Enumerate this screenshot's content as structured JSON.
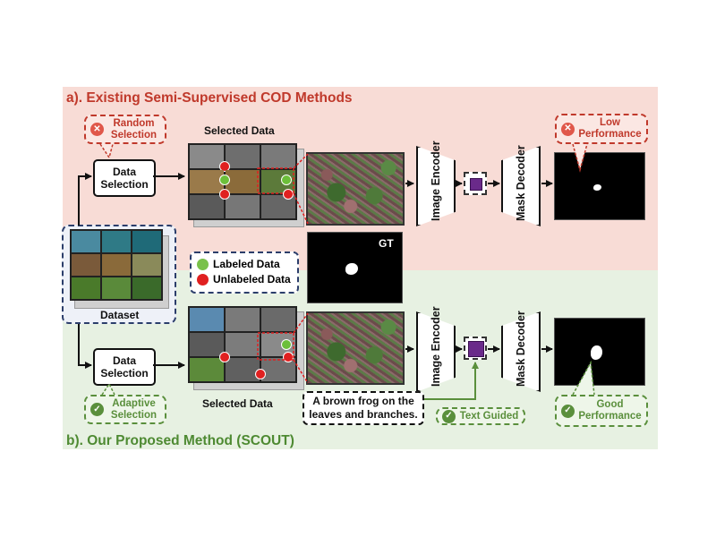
{
  "sections": {
    "top_title": "a). Existing Semi-Supervised COD Methods",
    "bottom_title": "b). Our Proposed Method (SCOUT)"
  },
  "top": {
    "callout_random": "Random Selection",
    "data_selection": "Data Selection",
    "selected_data_label": "Selected Data",
    "image_encoder": "Image Encoder",
    "mask_decoder": "Mask Decoder",
    "callout_low": "Low Performance"
  },
  "middle": {
    "dataset_label": "Dataset",
    "legend_labeled": "Labeled Data",
    "legend_unlabeled": "Unlabeled Data",
    "gt_label": "GT"
  },
  "bottom": {
    "data_selection": "Data Selection",
    "callout_adaptive": "Adaptive Selection",
    "selected_data_label": "Selected Data",
    "text_prompt": "A brown frog on the leaves and branches.",
    "callout_text_guided": "Text Guided",
    "image_encoder": "Image Encoder",
    "mask_decoder": "Mask Decoder",
    "callout_good": "Good Performance"
  },
  "colors": {
    "top_panel": "#f8dcd6",
    "bottom_panel": "#e7f1e2",
    "top_title": "#c0392b",
    "bottom_title": "#4e8a32",
    "arrow": "#111111",
    "text_guided_arrow": "#5a8f3c",
    "zoom_lines": "#e02020"
  },
  "icons": {
    "random": "x-circle-icon",
    "low": "x-circle-icon",
    "adaptive": "check-circle-icon",
    "good": "check-circle-icon",
    "text_guided": "check-circle-icon",
    "labeled": "green-dot-icon",
    "unlabeled": "red-dot-icon"
  }
}
